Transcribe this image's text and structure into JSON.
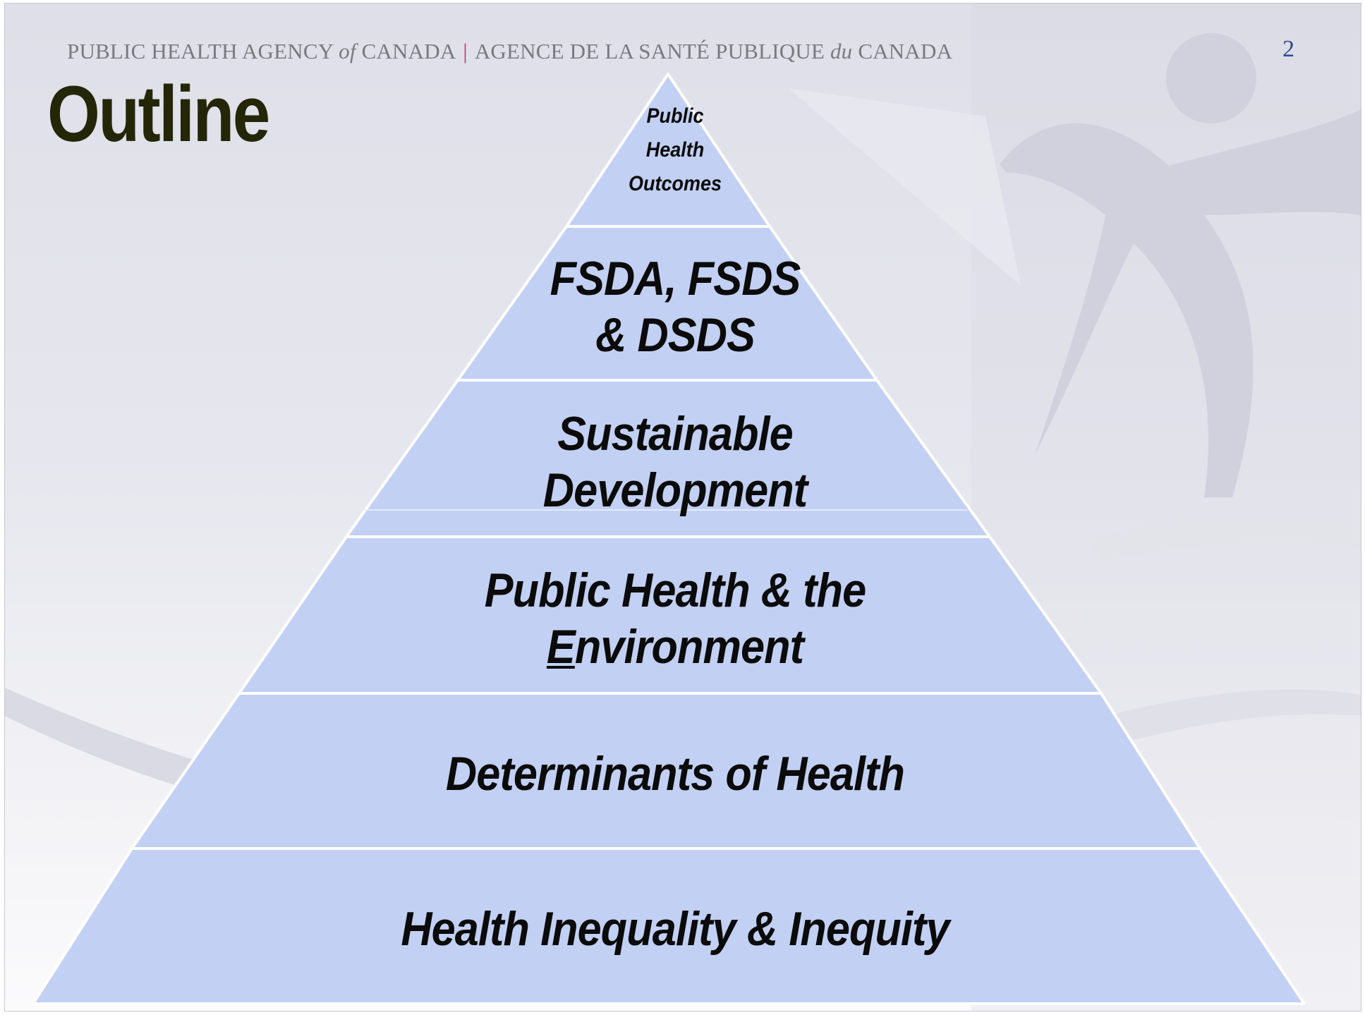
{
  "header": {
    "agency_en_part1": "PUBLIC HEALTH AGENCY ",
    "agency_en_of": "of",
    "agency_en_part2": " CANADA",
    "separator": "|",
    "agency_fr_part1": "AGENCE DE LA SANTÉ PUBLIQUE ",
    "agency_fr_du": "du",
    "agency_fr_part2": " CANADA"
  },
  "page_number": "2",
  "title": "Outline",
  "pyramid": {
    "tiers": [
      {
        "lines": [
          "Public",
          "Health",
          "Outcomes"
        ]
      },
      {
        "lines": [
          "FSDA, FSDS",
          "& DSDS"
        ]
      },
      {
        "lines": [
          "Sustainable",
          "Development"
        ]
      },
      {
        "line1": "Public Health & the",
        "line2_first": "E",
        "line2_rest": "nvironment"
      },
      {
        "lines": [
          "Determinants of Health"
        ]
      },
      {
        "lines": [
          "Health Inequality & Inequity"
        ]
      }
    ]
  },
  "colors": {
    "tier_fill": "#c2d0f3",
    "tier_border": "#ffffff",
    "title": "#242608",
    "page_number": "#2e4a8a",
    "separator": "#c0306a"
  }
}
